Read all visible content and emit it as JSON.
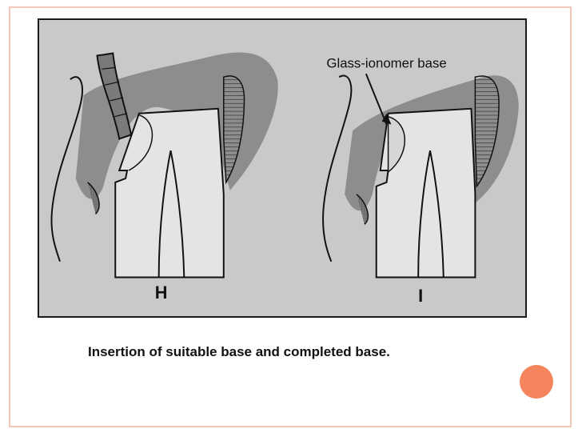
{
  "figure": {
    "annotation": "Glass-ionomer base",
    "panel_left_label": "H",
    "panel_right_label": "I"
  },
  "caption": "Insertion of suitable base and completed base.",
  "colors": {
    "frame_border": "#f4c8b8",
    "accent_dot": "#f4845b",
    "figure_background": "#c9c9c9"
  }
}
